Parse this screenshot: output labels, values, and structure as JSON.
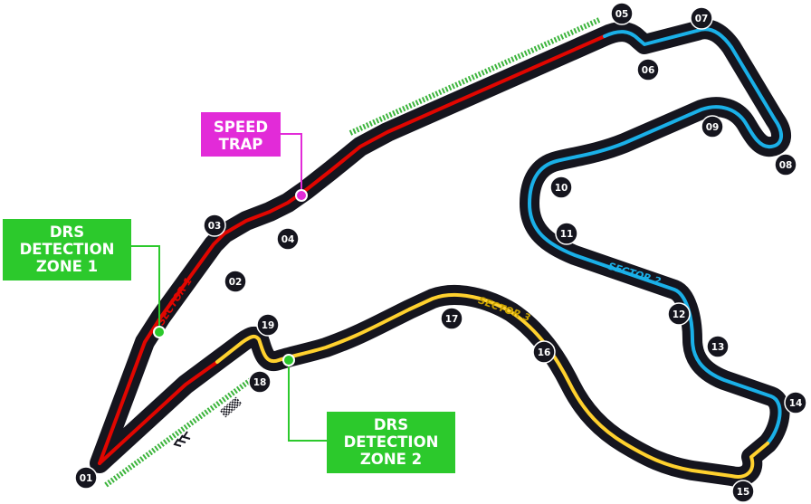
{
  "colors": {
    "track": "#15151e",
    "sector1": "#e10600",
    "sector2": "#1ab0e8",
    "sector3": "#ffd12e",
    "drs": "#2cc92c",
    "drs_zone_stripes": "#3cb43c",
    "speed_trap": "#e22bd8",
    "background": "#ffffff"
  },
  "sectors": [
    {
      "label": "SECTOR 1"
    },
    {
      "label": "SECTOR 2"
    },
    {
      "label": "SECTOR 3"
    }
  ],
  "turns": [
    "01",
    "02",
    "03",
    "04",
    "05",
    "06",
    "07",
    "08",
    "09",
    "10",
    "11",
    "12",
    "13",
    "14",
    "15",
    "16",
    "17",
    "18",
    "19"
  ],
  "callouts": {
    "speed_trap": {
      "line1": "SPEED",
      "line2": "TRAP"
    },
    "drs_detection_1": {
      "line1": "DRS",
      "line2": "DETECTION",
      "line3": "ZONE 1"
    },
    "drs_detection_2": {
      "line1": "DRS",
      "line2": "DETECTION",
      "line3": "ZONE 2"
    }
  },
  "icons": {
    "start_finish": "chequered-flag-icon",
    "direction": "direction-chevrons-icon"
  }
}
